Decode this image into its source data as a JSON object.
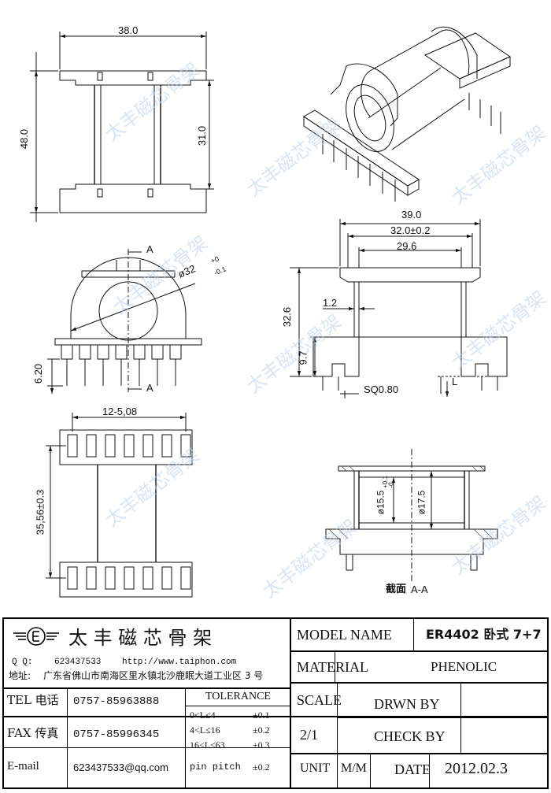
{
  "watermark": "太丰磁芯骨架",
  "drawing": {
    "top_view": {
      "width": "38.0",
      "height": "48.0",
      "inner": "31.0"
    },
    "side_view": {
      "section_mark": "A",
      "diameter": "ø32",
      "tol_upper": "+0",
      "tol_lower": "-0.1",
      "pin_height": "6.20"
    },
    "front_view": {
      "d39": "39.0",
      "d32": "32.0±0.2",
      "d29": "29.6",
      "d12": "1.2",
      "d32_6": "32.6",
      "d9_7": "9.7",
      "pin": "SQ0.80",
      "L": "L"
    },
    "bottom_view": {
      "pitch": "12-5,08",
      "span": "35,56±0.3"
    },
    "section": {
      "d15": "ø15.5",
      "tol_upper": "+0.1",
      "tol_lower": "-0",
      "d17": "ø17.5",
      "caption_cn": "截面",
      "caption": "A-A"
    }
  },
  "title_block": {
    "company": "太 丰 磁 芯 骨 架",
    "qq_label": "Q Q:",
    "qq": "623437533",
    "url": "http://www.taiphon.com",
    "address_label": "地址:",
    "address": "广东省佛山市南海区里水镇北沙鹿眠大道工业区 3 号",
    "tel_label": "TEL 电话",
    "tel": "0757-85963888",
    "fax_label": "FAX 传真",
    "fax": "0757-85996345",
    "email_label": "E-mail",
    "email": "623437533@qq.com",
    "tolerance_title": "TOLERANCE",
    "tolerance": [
      {
        "range": "0<L≤4",
        "value": "±0.1"
      },
      {
        "range": "4<L≤16",
        "value": "±0.2"
      },
      {
        "range": "16<L≤63",
        "value": "±0.3"
      },
      {
        "range": "pin pitch",
        "value": "±0.2"
      }
    ],
    "model_name_label": "MODEL NAME",
    "model_name": "ER4402 卧式 7+7",
    "material_label": "MATERIAL",
    "material": "PHENOLIC",
    "scale_label": "SCALE",
    "scale": "2/1",
    "drawn_by": "DRWN BY",
    "check_by": "CHECK BY",
    "unit_label": "UNIT",
    "unit": "M/M",
    "date_label": "DATE",
    "date": "2012.02.3"
  }
}
